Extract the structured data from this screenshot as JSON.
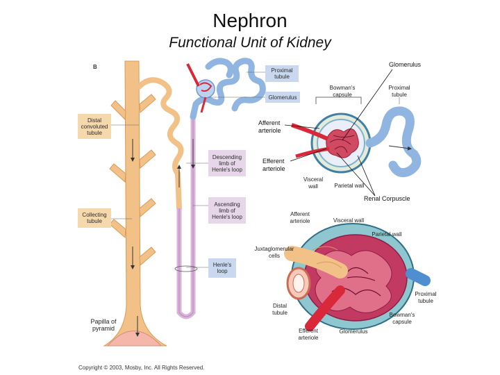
{
  "title": "Nephron",
  "subtitle": "Functional Unit of Kidney",
  "section_letter": "B",
  "left_labels": {
    "proximal_tubule": "Proximal tubule",
    "glomerulus": "Glomerulus",
    "distal_convoluted_tubule": "Distal convoluted tubule",
    "descending_limb": "Descending limb of Henle's loop",
    "ascending_limb": "Ascending limb of Henle's loop",
    "collecting_tubule": "Collecting tubule",
    "henles_loop": "Henle's loop",
    "papilla": "Papilla of pyramid"
  },
  "corpuscle_labels": {
    "bowmans_capsule": "Bowman's capsule",
    "proximal_tubule": "Proximal tubule",
    "visceral_wall": "Visceral wall",
    "parietal_wall": "Parietal wall"
  },
  "callouts": {
    "glomerulus": "Glomerulus",
    "afferent_arteriole": "Afferent arteriole",
    "efferent_arteriole": "Efferent arteriole",
    "renal_corpuscle": "Renal Corpuscle"
  },
  "detail_labels": {
    "afferent_arteriole": "Afferent arteriole",
    "visceral_wall": "Visceral wall",
    "parietal_wall": "Parietal wall",
    "juxtaglomerular_cells": "Juxtaglomerular cells",
    "distal_tubule": "Distal tubule",
    "efferent_arteriole": "Efferent arteriole",
    "glomerulus": "Glomerulus",
    "bowmans_capsule": "Bowman's capsule",
    "proximal_tubule": "Proximal tubule"
  },
  "copyright": "Copyright © 2003, Mosby, Inc. All Rights Reserved.",
  "colors": {
    "tubule_tan": "#f2c188",
    "tubule_tan_dark": "#d99a55",
    "glomerulus_blue": "#8fb5e0",
    "loop_pink": "#d9b3d9",
    "vessel_red": "#d9283a",
    "label_tan_box": "#f6d8ad",
    "label_blue_box": "#c9d8ee",
    "label_pink_box": "#e7d6ea"
  }
}
